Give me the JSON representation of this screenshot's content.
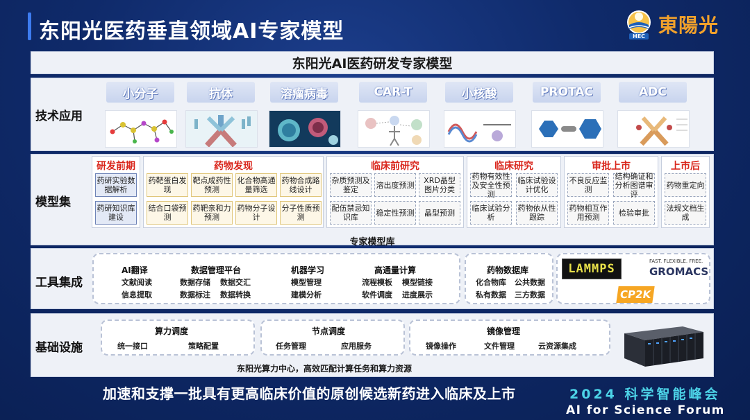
{
  "title": "东阳光医药垂直领域AI专家模型",
  "logo": {
    "text": "東陽光",
    "badge": "HEC"
  },
  "header": "东阳光AI医药研发专家模型",
  "tech": {
    "label": "技术应用",
    "items": [
      "小分子",
      "抗体",
      "溶瘤病毒",
      "CAR-T",
      "小核酸",
      "PROTAC",
      "ADC"
    ]
  },
  "models": {
    "label": "模型集",
    "footer": "专家模型库",
    "phases": [
      {
        "title": "研发前期",
        "cells": [
          "药研实验数据解析",
          "药研知识库建设"
        ]
      },
      {
        "title": "药物发现",
        "cells": [
          "药靶蛋白发现",
          "靶点成药性预测",
          "化合物高通量筛选",
          "药物合成路线设计",
          "结合口袋预测",
          "药靶亲和力预测",
          "药物分子设计",
          "分子性质预测"
        ]
      },
      {
        "title": "临床前研究",
        "cells": [
          "杂质预测及鉴定",
          "溶出度预测",
          "XRD晶型图片分类",
          "配伍禁忌知识库",
          "稳定性预测",
          "晶型预测"
        ]
      },
      {
        "title": "临床研究",
        "cells": [
          "药物有效性及安全性预测",
          "临床试验设计优化",
          "临床试验分析",
          "药物依从性跟踪"
        ]
      },
      {
        "title": "审批上市",
        "cells": [
          "不良反应监测",
          "结构确证和分析图谱审评",
          "药物相互作用预测",
          "检验审批"
        ]
      },
      {
        "title": "上市后",
        "cells": [
          "药物重定向",
          "法规文档生成"
        ]
      }
    ]
  },
  "tools": {
    "label": "工具集成",
    "ai_translate": {
      "title": "AI翻译",
      "items": [
        "文献阅读",
        "信息提取"
      ]
    },
    "data_mgmt": {
      "title": "数据管理平台",
      "items": [
        "数据存储",
        "数据交汇",
        "数据标注",
        "数据转换"
      ]
    },
    "ml": {
      "title": "机器学习",
      "items": [
        "模型管理",
        "建模分析"
      ]
    },
    "hpc": {
      "title": "高通量计算",
      "items": [
        "流程模板",
        "模型链接",
        "软件调度",
        "进度展示"
      ]
    },
    "drugdb": {
      "title": "药物数据库",
      "items": [
        "化合物库",
        "公共数据",
        "私有数据",
        "三方数据"
      ]
    },
    "software": [
      "LAMMPS",
      "FAST. FLEXIBLE. FREE.",
      "GROMACS",
      "CP2K"
    ]
  },
  "infra": {
    "label": "基础设施",
    "compute": {
      "title": "算力调度",
      "items": [
        "统一接口",
        "策略配置"
      ]
    },
    "node": {
      "title": "节点调度",
      "items": [
        "任务管理",
        "应用服务"
      ]
    },
    "image": {
      "title": "镜像管理",
      "items": [
        "镜像操作",
        "文件管理",
        "云资源集成"
      ]
    },
    "footer": "东阳光算力中心，高效匹配计算任务和算力资源"
  },
  "slogan": "加速和支撑一批具有更高临床价值的原创候选新药进入临床及上市",
  "forum": {
    "line1": "2024 科学智能峰会",
    "line2": "AI for Science Forum"
  },
  "colors": {
    "accent": "#3d7cf0",
    "phase_title": "#d9261c",
    "forum": "#4dd4e8",
    "logo": "#f2a12b"
  }
}
